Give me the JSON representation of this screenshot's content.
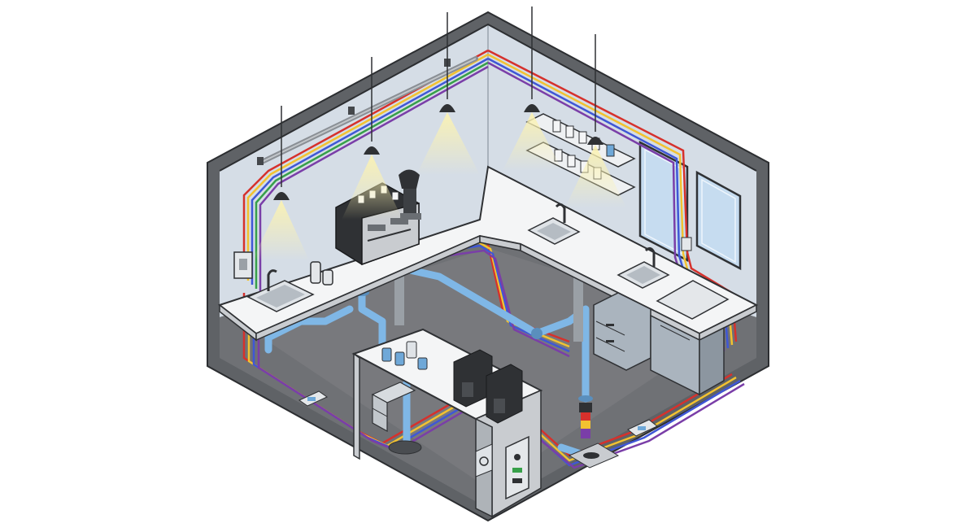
{
  "diagram": {
    "kind": "isometric cutaway of a coffee bar service area",
    "colors": {
      "background": "#ffffff",
      "wall_outer": "#5f6266",
      "wall_inner": "#d5dde6",
      "floor": "#6f7175",
      "counter_top": "#f4f5f6",
      "counter_edge": "#c9ccd0",
      "water_pipe": "#7fb7e6",
      "pipe_red": "#d6312c",
      "pipe_yellow": "#f2c230",
      "pipe_blue": "#3f57d6",
      "pipe_purple": "#7a3ea8",
      "pipe_green": "#37a04a",
      "light_glow": "#fbf2b2",
      "machine_dark": "#2f3134",
      "cabinet": "#aab4be",
      "window_glass": "#c6dcf0"
    },
    "components": [
      {
        "id": "pendant-light",
        "count": 5,
        "icon": "pendant-lamp-icon"
      },
      {
        "id": "espresso-machine",
        "count": 1,
        "icon": "espresso-machine-icon"
      },
      {
        "id": "coffee-grinder",
        "count": 1,
        "icon": "grinder-icon"
      },
      {
        "id": "sink",
        "count": 3,
        "icon": "sink-icon"
      },
      {
        "id": "faucet",
        "count": 3,
        "icon": "faucet-icon"
      },
      {
        "id": "wall-shelf",
        "count": 2,
        "icon": "shelf-icon"
      },
      {
        "id": "window",
        "count": 2,
        "icon": "window-icon"
      },
      {
        "id": "batch-brewer",
        "count": 2,
        "icon": "brewer-icon"
      },
      {
        "id": "drawer-cabinet",
        "count": 1,
        "icon": "cabinet-icon"
      },
      {
        "id": "undercounter-fridge",
        "count": 1,
        "icon": "fridge-icon"
      },
      {
        "id": "control-panel",
        "count": 1,
        "icon": "control-panel-icon"
      },
      {
        "id": "floor-drain",
        "count": 2,
        "icon": "drain-icon"
      },
      {
        "id": "junction-box",
        "count": 2,
        "icon": "junction-box-icon"
      },
      {
        "id": "wall-switch",
        "count": 2,
        "icon": "switch-icon"
      },
      {
        "id": "filter-housing",
        "count": 1,
        "icon": "filter-icon"
      }
    ]
  }
}
